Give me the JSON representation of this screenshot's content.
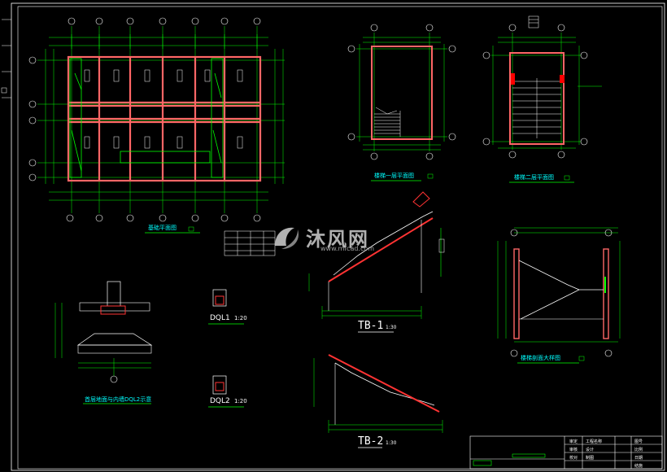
{
  "colors": {
    "background": "#000000",
    "axis_line": "#00ff00",
    "wall": "#ff6666",
    "dim": "#00ff00",
    "text": "#ffffff",
    "stair": "#ffffff",
    "beam": "#ff0000",
    "title_underline": "#00ff00",
    "border": "#ffffff"
  },
  "views": {
    "foundation_plan": "基础平面图",
    "stair_floor1_plan": "楼梯一层平面图",
    "stair_floor2_plan": "楼梯二层平面图",
    "stair_section": "楼梯剖面大样图",
    "foundation_section": "首层地面与内墙DQL2示意",
    "dql1": "DQL1",
    "dql1_scale": "1:20",
    "dql2": "DQL2",
    "dql2_scale": "1:20",
    "tb1": "TB-1",
    "tb1_scale": "1:30",
    "tb2": "TB-2",
    "tb2_scale": "1:30"
  },
  "watermark": {
    "brand": "沐风网",
    "url": "www.mfcad.com",
    "logo": "mf-logo-icon"
  },
  "title_block": {
    "cells": [
      "审定",
      "审核",
      "工程名称",
      "设计",
      "校对",
      "制图",
      "图号",
      "比例",
      "日期",
      "结施"
    ]
  }
}
